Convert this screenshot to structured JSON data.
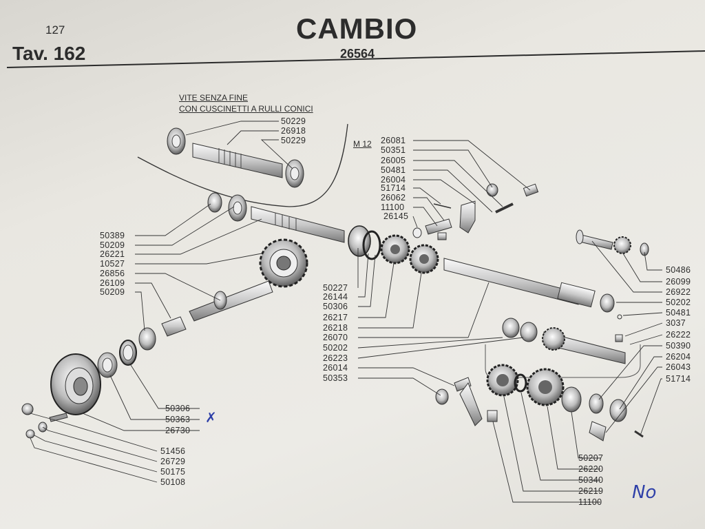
{
  "header": {
    "page_number": "127",
    "tav": "Tav. 162",
    "title": "CAMBIO",
    "code": "26564"
  },
  "inset": {
    "line1": "VITE SENZA FINE",
    "line2": "CON CUSCINETTI A RULLI CONICI"
  },
  "m12_label": "M 12",
  "parts": {
    "inset": [
      "50229",
      "26918",
      "50229"
    ],
    "left_column": [
      "50389",
      "50209",
      "26221",
      "10527",
      "26856",
      "26109",
      "50209"
    ],
    "left_bottom": [
      "50306",
      "50363",
      "26730",
      "51456",
      "26729",
      "50175",
      "50108"
    ],
    "center_column": [
      "50227",
      "26144",
      "50306",
      "26217",
      "26218",
      "26070",
      "50202",
      "26223",
      "26014",
      "50353"
    ],
    "top_center": [
      "26081",
      "50351",
      "26005",
      "50481",
      "26004",
      "51714",
      "26062",
      "11100",
      "26145"
    ],
    "right_column": [
      "50486",
      "26099",
      "26922",
      "50202",
      "50481",
      "3037",
      "26222",
      "50390",
      "26204",
      "26043",
      "51714"
    ],
    "bottom_right": [
      "50207",
      "26220",
      "50340",
      "26219",
      "11100"
    ]
  },
  "annotations": {
    "handwritten_mark": "✗",
    "handwritten_signature": "No"
  }
}
